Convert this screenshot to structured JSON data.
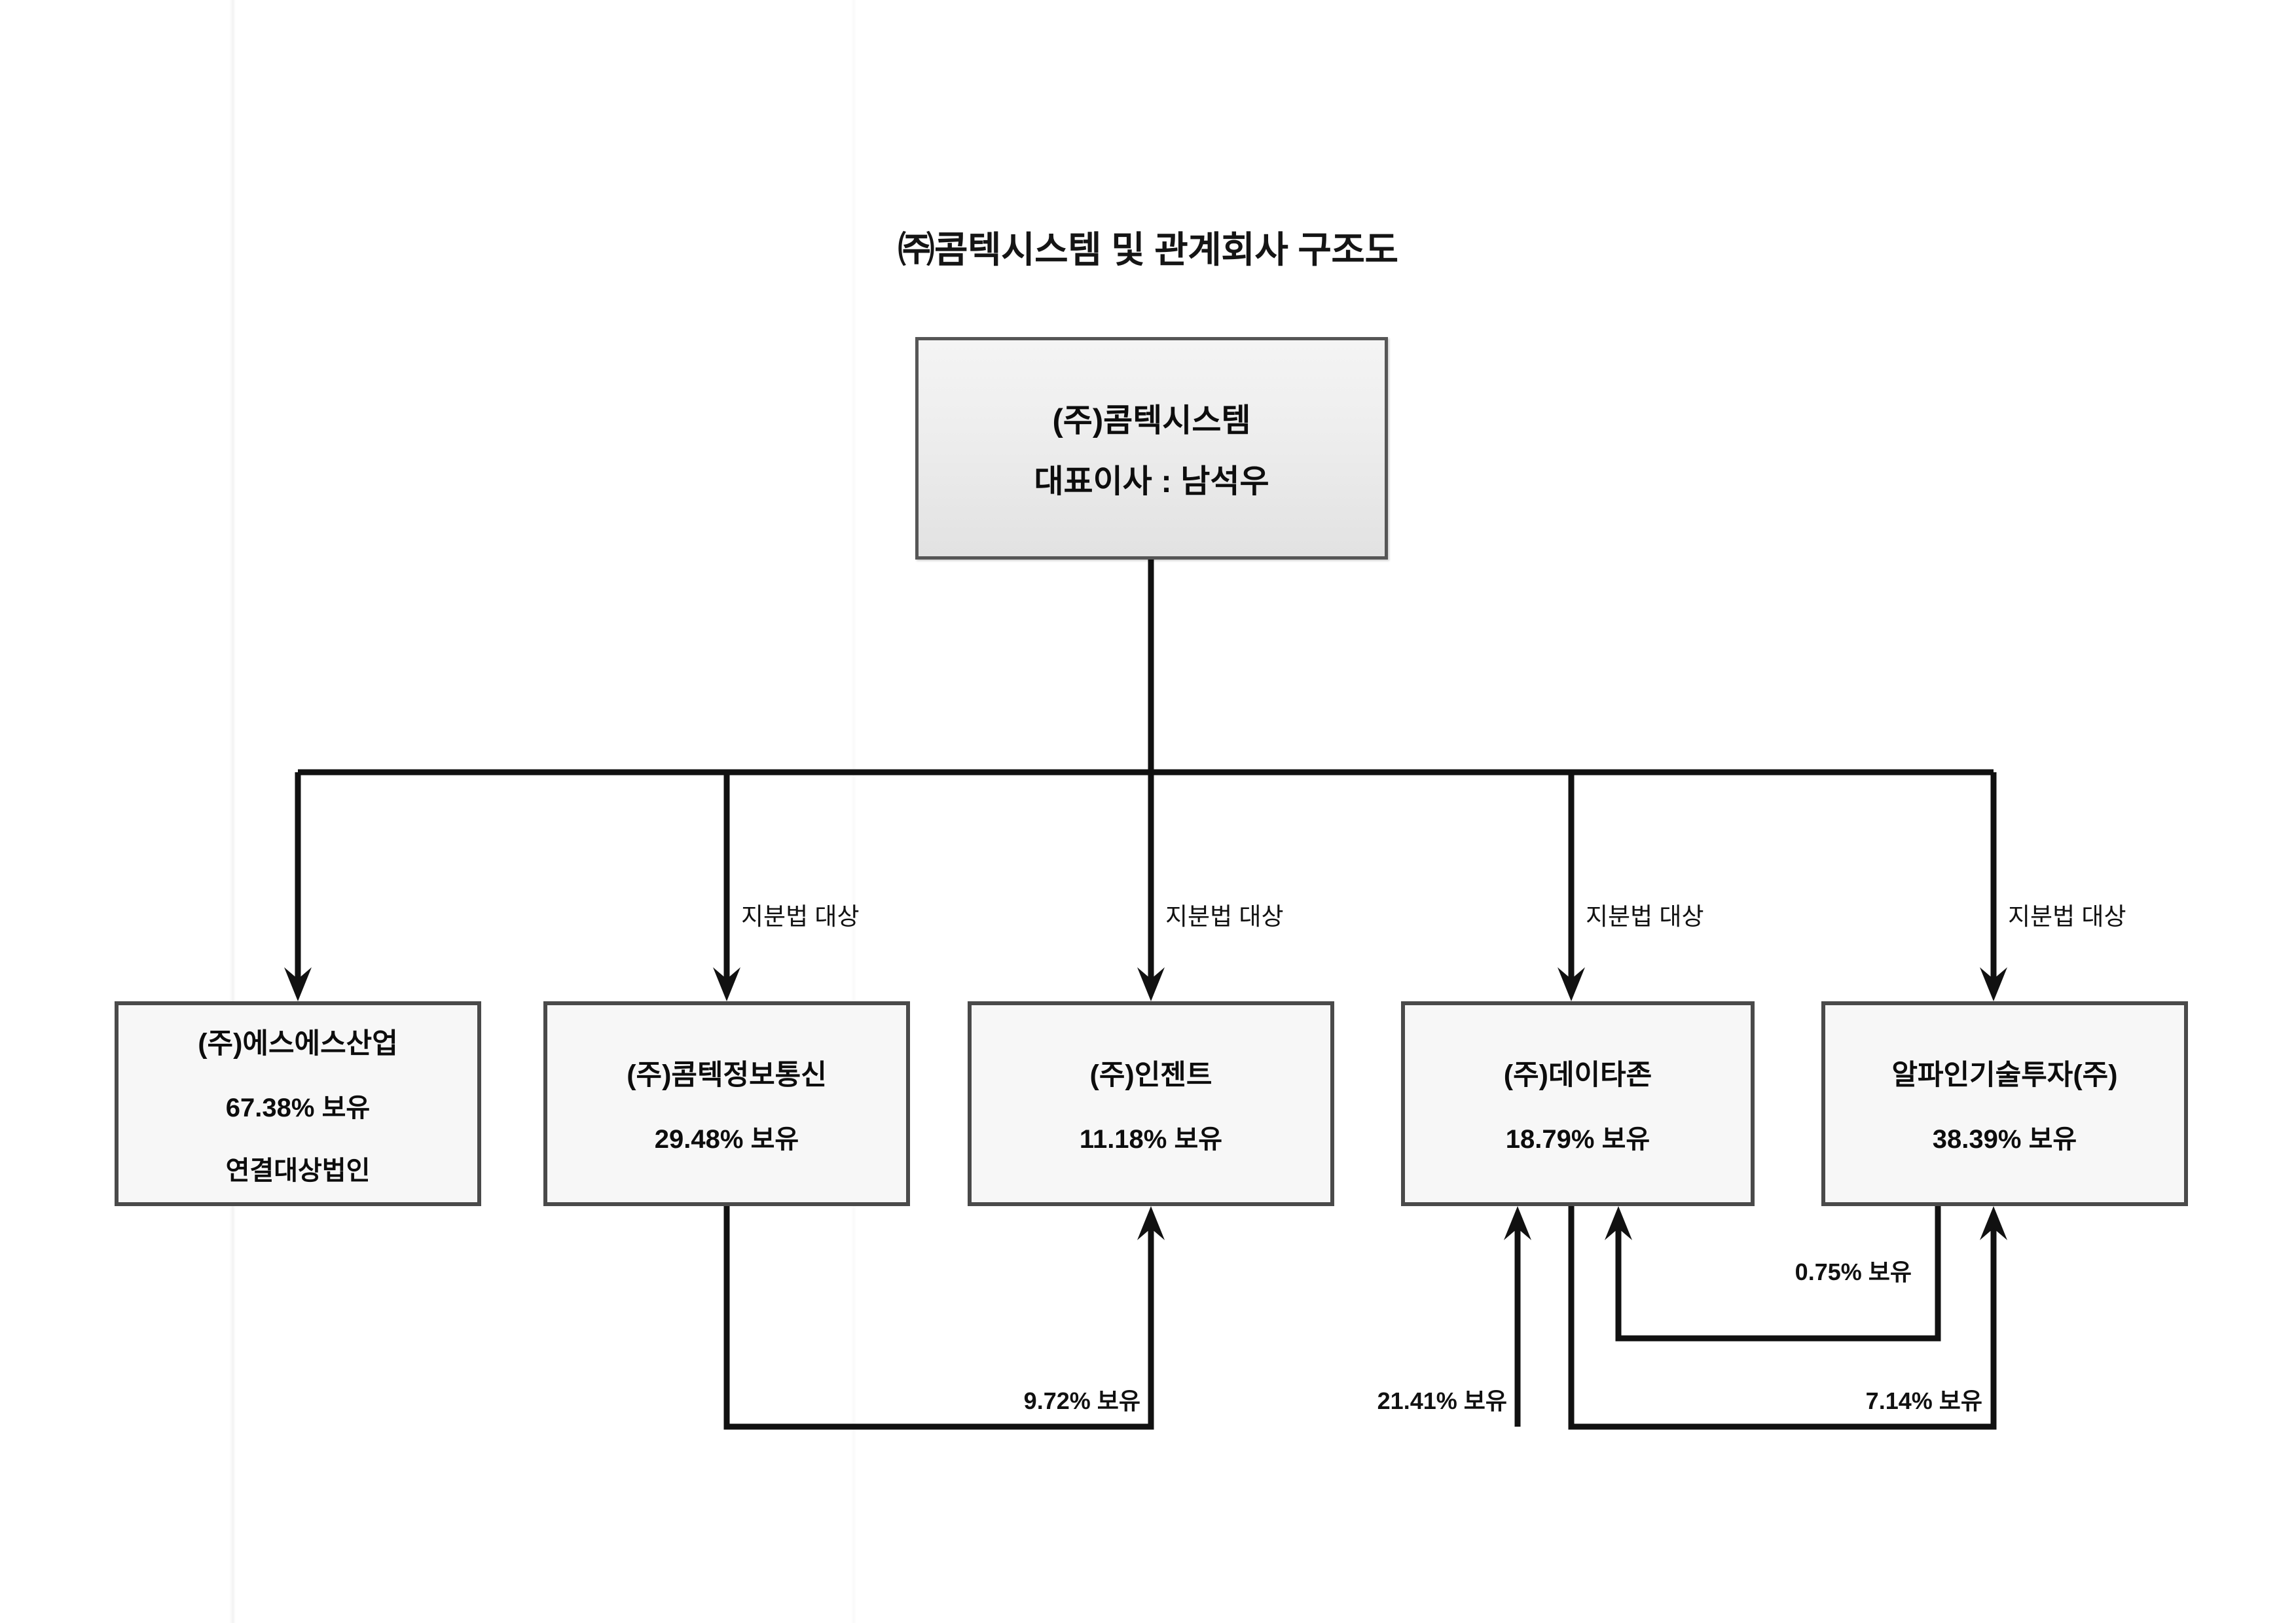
{
  "title": "㈜콤텍시스템 및 관계회사 구조도",
  "chart_data": {
    "type": "diagram",
    "title": "㈜콤텍시스템 및 관계회사 구조도",
    "layout": "org-chart",
    "root": {
      "id": "komtec-system",
      "name": "(주)콤텍시스템",
      "role": "대표이사 : 남석우"
    },
    "nodes": [
      {
        "id": "ss-industry",
        "name": "(주)에스에스산업",
        "ownership": "67.38% 보유",
        "ownership_value": 67.38,
        "note": "연결대상법인",
        "relation_label": ""
      },
      {
        "id": "komtec-info-comm",
        "name": "(주)콤텍정보통신",
        "ownership": "29.48% 보유",
        "ownership_value": 29.48,
        "note": "",
        "relation_label": "지분법 대상"
      },
      {
        "id": "ingent",
        "name": "(주)인젠트",
        "ownership": "11.18% 보유",
        "ownership_value": 11.18,
        "note": "",
        "relation_label": "지분법 대상"
      },
      {
        "id": "datazone",
        "name": "(주)데이타존",
        "ownership": "18.79% 보유",
        "ownership_value": 18.79,
        "note": "",
        "relation_label": "지분법 대상"
      },
      {
        "id": "alpine-tech-invest",
        "name": "알파인기술투자(주)",
        "ownership": "38.39% 보유",
        "ownership_value": 38.39,
        "note": "",
        "relation_label": "지분법 대상"
      }
    ],
    "cross_holdings": [
      {
        "id": "komtec-info-to-ingent",
        "from": "komtec-info-comm",
        "to": "ingent",
        "label": "9.72% 보유",
        "value": 9.72
      },
      {
        "id": "datazone-to-alpine",
        "from": "datazone",
        "to": "alpine-tech-invest",
        "label": "21.41% 보유",
        "value": 21.41
      },
      {
        "id": "alpine-to-datazone",
        "from": "alpine-tech-invest",
        "to": "datazone",
        "label": "0.75% 보유",
        "value": 0.75
      },
      {
        "id": "datazone-to-alpine-2",
        "from": "datazone",
        "to": "alpine-tech-invest",
        "label": "7.14% 보유",
        "value": 7.14
      }
    ],
    "colors": {
      "root_box_border": "#565656",
      "child_box_border": "#4a4a4a",
      "connector": "#111111",
      "text": "#0d0d0d",
      "background": "#ffffff"
    }
  }
}
